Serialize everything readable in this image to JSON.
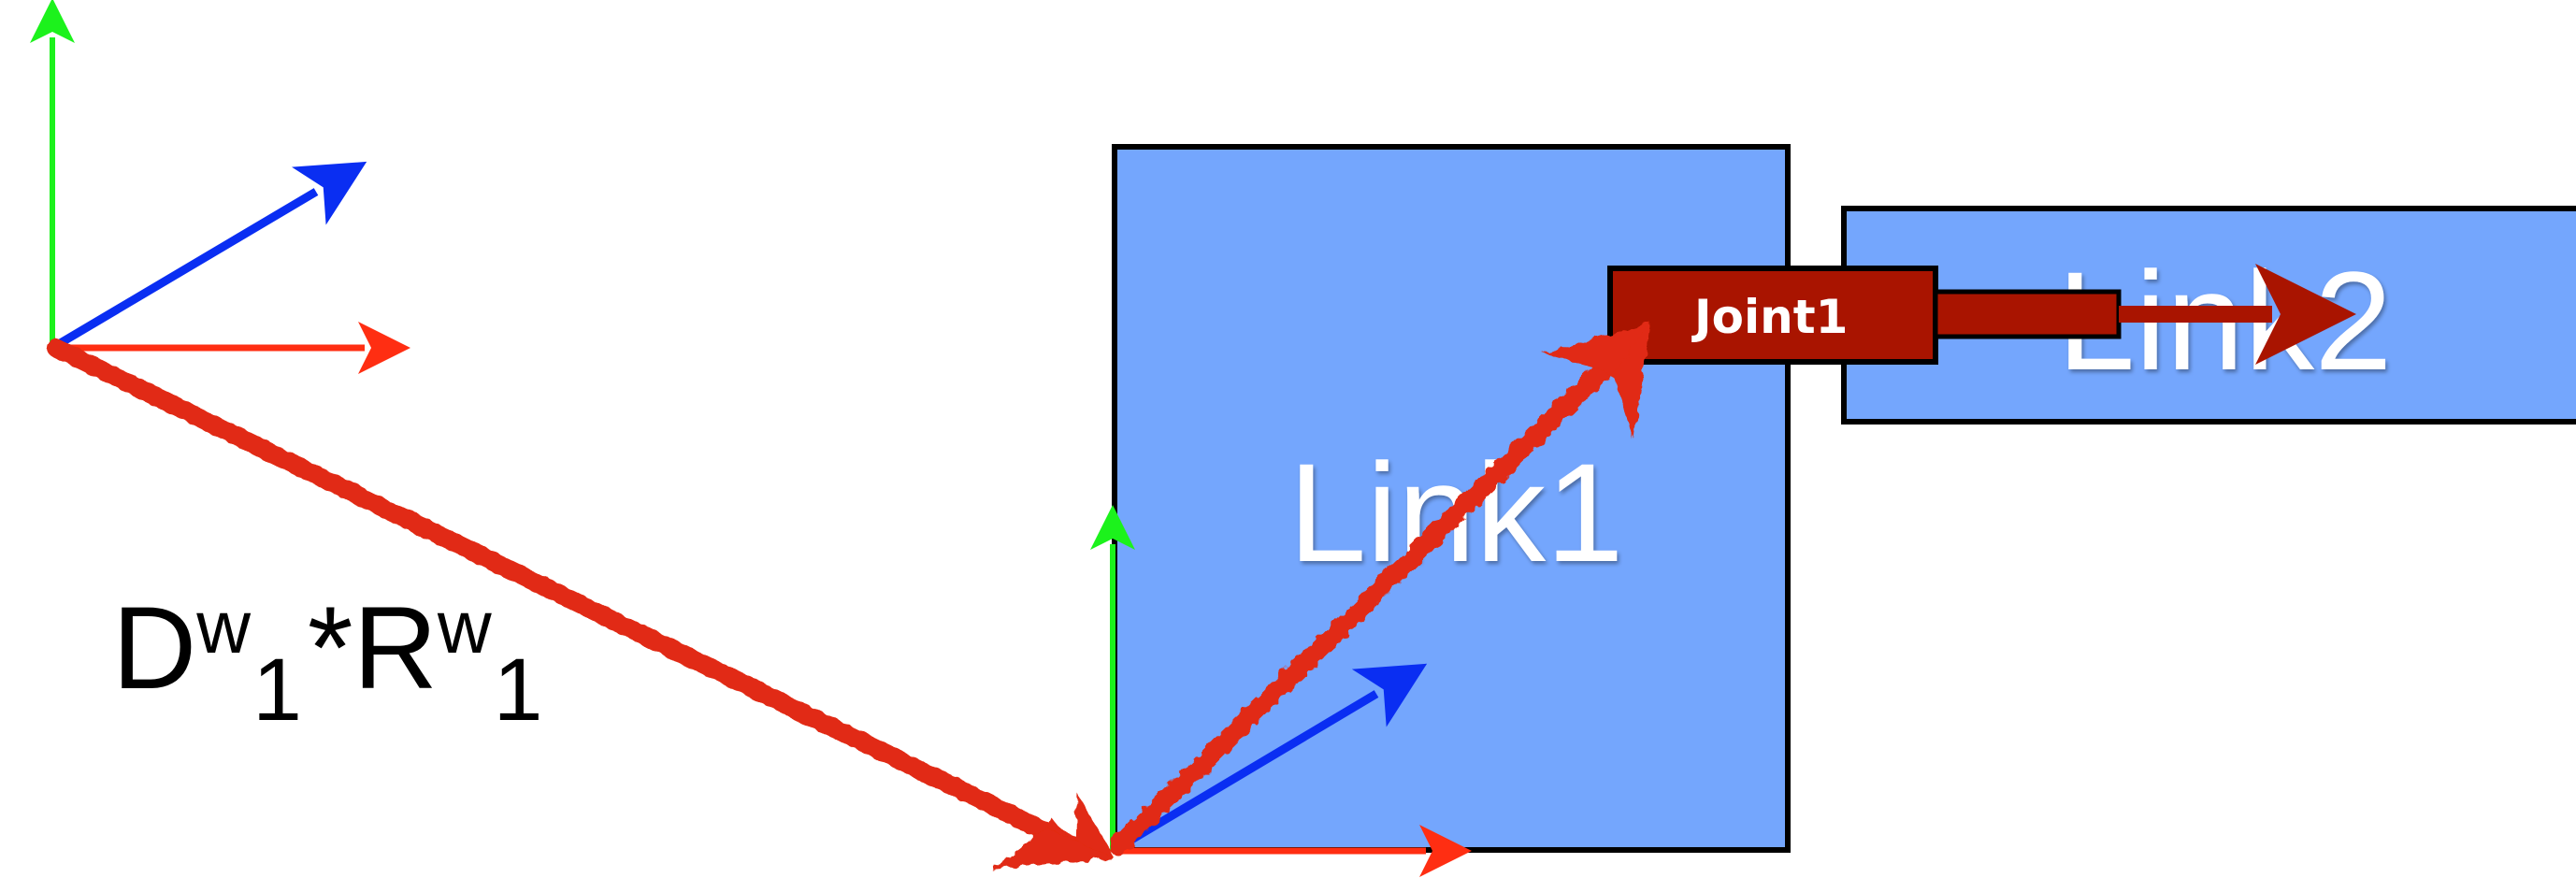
{
  "links": [
    {
      "label": "Link1",
      "color": "#74a6fd"
    },
    {
      "label": "Link2",
      "color": "#74a6fd"
    }
  ],
  "joint": {
    "label": "Joint1",
    "color": "#a91400"
  },
  "transform_label": {
    "d": "D",
    "d_sup": "w",
    "d_sub": "1",
    "op": "*",
    "r": "R",
    "r_sup": "w",
    "r_sub": "1"
  },
  "colors": {
    "x_axis": "#ff2e12",
    "y_axis": "#1cf21c",
    "z_axis": "#0a2ef2",
    "transform_arrow": "#e12a12",
    "joint_axis_arrow": "#a91400",
    "outline": "#000000"
  },
  "frames": [
    {
      "name": "world-frame"
    },
    {
      "name": "link1-frame"
    }
  ]
}
